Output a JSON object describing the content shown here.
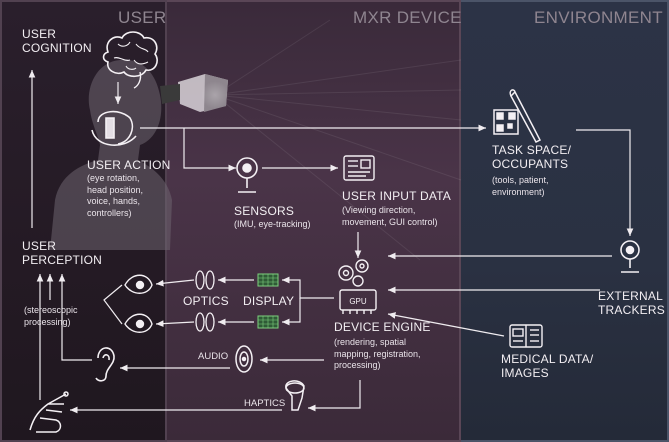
{
  "panels": {
    "user": "USER",
    "mxr_device": "MXR DEVICE",
    "environment": "ENVIRONMENT"
  },
  "nodes": {
    "user_cognition": "USER\nCOGNITION",
    "user_action": {
      "title": "USER ACTION",
      "detail": "(eye rotation,\nhead position,\nvoice, hands,\ncontrollers)"
    },
    "user_perception": "USER\nPERCEPTION",
    "stereoscopic": "(stereoscopic\nprocessing)",
    "sensors": {
      "title": "SENSORS",
      "detail": "(IMU, eye-tracking)"
    },
    "user_input_data": {
      "title": "USER INPUT DATA",
      "detail": "(Viewing direction,\nmovement, GUI control)"
    },
    "task_space": {
      "title": "TASK SPACE/\nOCCUPANTS",
      "detail": "(tools, patient,\nenvironment)"
    },
    "optics": "OPTICS",
    "display": "DISPLAY",
    "device_engine": {
      "title": "DEVICE ENGINE",
      "detail": "(rendering, spatial\nmapping, registration,\nprocessing)"
    },
    "gpu_label": "GPU",
    "external_trackers": "EXTERNAL\nTRACKERS",
    "medical_data": "MEDICAL DATA/\nIMAGES",
    "audio": "AUDIO",
    "haptics": "HAPTICS"
  },
  "colors": {
    "user_panel": "#2a1f2c",
    "mxr_panel": "#4a3448",
    "env_panel": "#2c3346",
    "ink": "#f2eef2",
    "title": "#8f8590"
  },
  "icons": [
    "brain-icon",
    "head-icon",
    "hmd-icon",
    "camera-icon",
    "data-screen-icon",
    "scalpel-qr-icon",
    "eye-icon",
    "lens-icon",
    "display-grid-icon",
    "gpu-gears-icon",
    "speaker-icon",
    "ear-icon",
    "hand-icon",
    "controller-icon"
  ]
}
